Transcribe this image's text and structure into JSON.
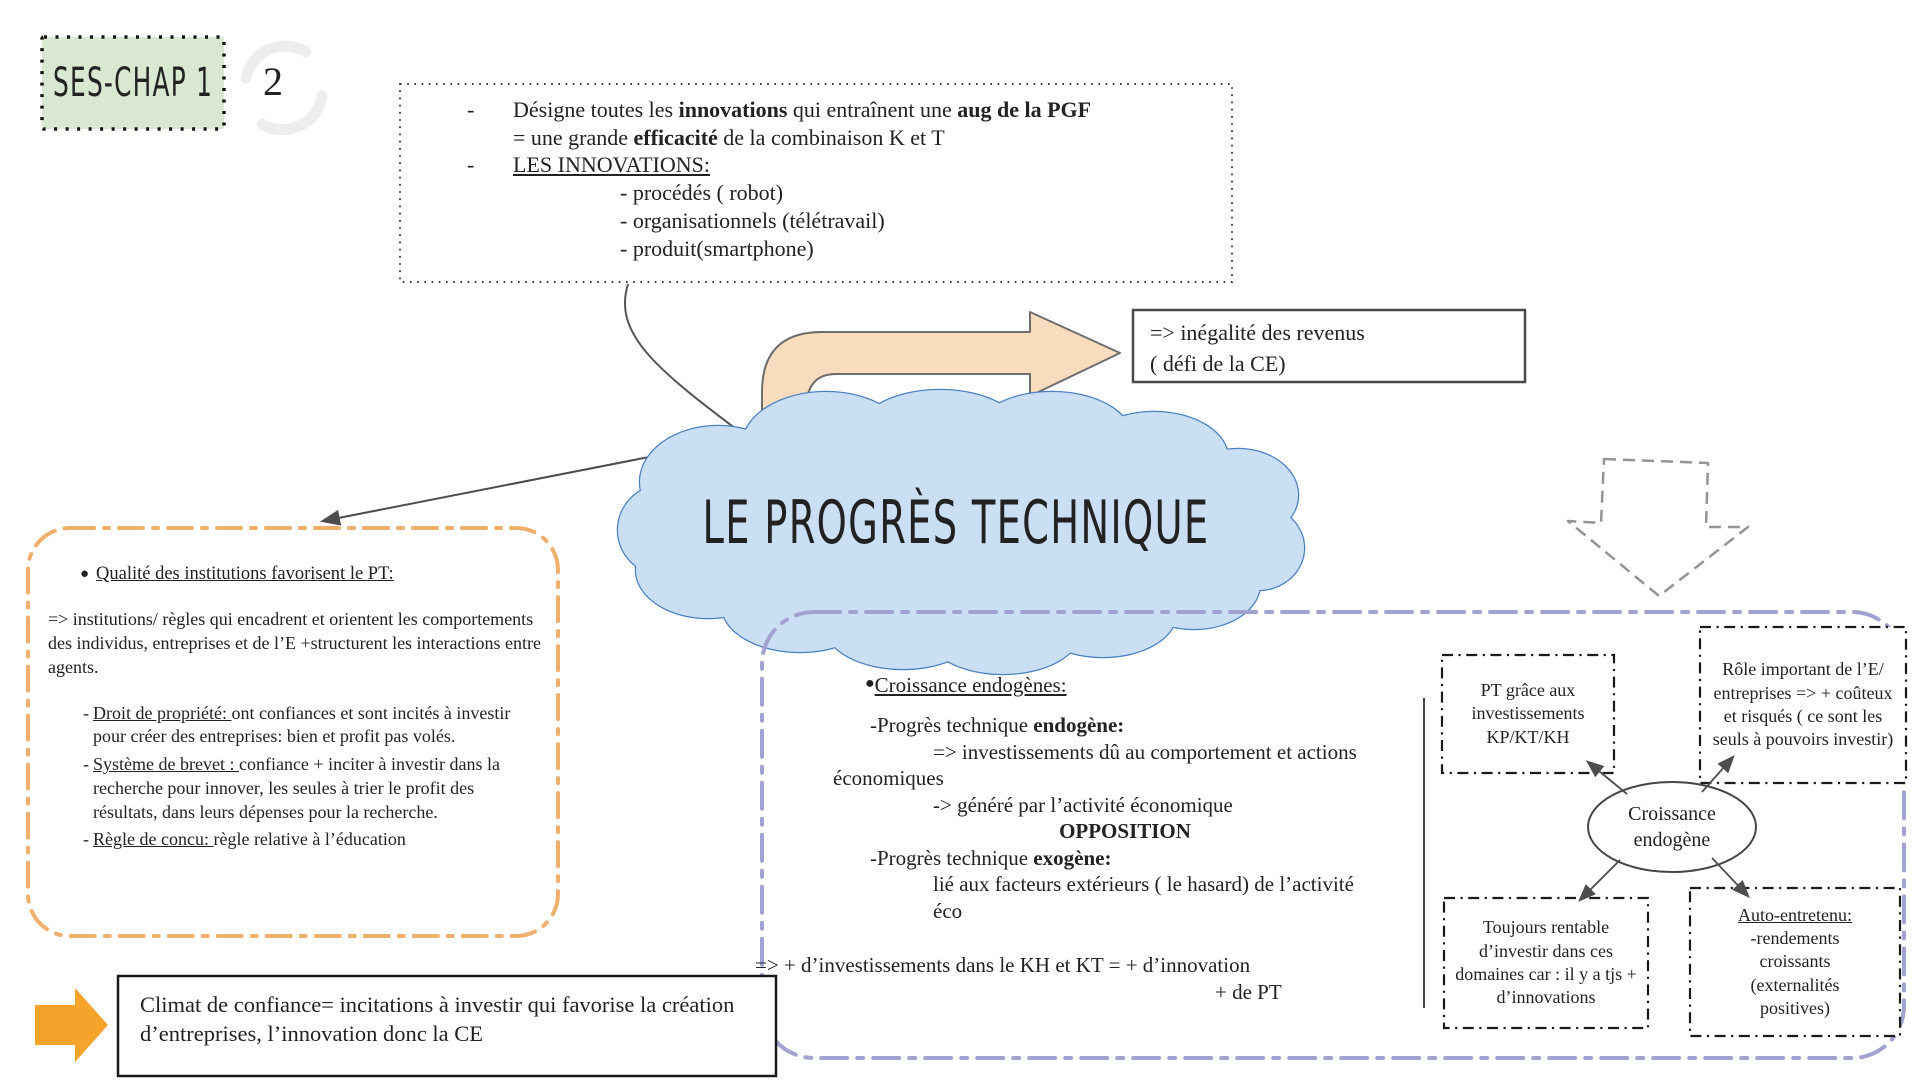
{
  "colors": {
    "green_fill": "#d9e8d1",
    "cloud_fill": "#cbdff4",
    "cloud_stroke": "#4a80c4",
    "peach_fill": "#f8dcbd",
    "peach_stroke": "#6e6e6e",
    "orange_accent": "#efb06e",
    "purple_accent": "#a2a2d2",
    "orange_arrow": "#f5a32a"
  },
  "header": {
    "chapter": "SES-CHAP 1",
    "page": "2"
  },
  "definition_box": {
    "bullet1": {
      "dash": "-",
      "l1_pre": "Désigne toutes les ",
      "l1_b1": "innovations",
      "l1_mid": " qui entraînent une ",
      "l1_b2": "aug de la PGF",
      "l2_pre": "= une grande ",
      "l2_b1": "efficacité",
      "l2_post": " de la combinaison K et T"
    },
    "bullet2": {
      "dash": "-",
      "title": "LES INNOVATIONS:"
    },
    "subitems": [
      "- procédés ( robot)",
      "- organisationnels (télétravail)",
      "- produit(smartphone)"
    ]
  },
  "inequality_box": {
    "line1": "=> inégalité des revenus",
    "line2": "( défi de la CE)"
  },
  "cloud": {
    "title": "LE PROGRÈS TECHNIQUE"
  },
  "institutions_box": {
    "bullet": "●",
    "title": "Qualité des institutions favorisent le PT:",
    "intro": "=> institutions/ règles qui encadrent et orientent les comportements des individus, entreprises et de l’E +structurent les interactions entre agents.",
    "items": [
      {
        "dash": "-",
        "lead": "Droit de propriété: ",
        "rest": "ont confiances et sont incités à investir pour créer des entreprises: bien et profit pas volés."
      },
      {
        "dash": "-",
        "lead": "Système de brevet : ",
        "rest": "confiance + inciter à investir dans la recherche pour innover, les seules à trier le profit des résultats, dans leurs dépenses pour la recherche."
      },
      {
        "dash": "-",
        "lead": "Règle de concu: ",
        "rest": "règle relative à l’éducation"
      }
    ]
  },
  "confidence_box": {
    "text": "Climat de confiance= incitations à investir qui favorise la création d’entreprises, l’innovation donc la CE"
  },
  "endogenous_section": {
    "bullet": "●",
    "title": "Croissance endogènes:",
    "endo_dash": "-",
    "endo_pre": "Progrès technique ",
    "endo_bold": "endogène:",
    "endo_line2": "=> investissements dû au comportement et actions",
    "endo_line3": "économiques",
    "endo_line4": "-> généré par l’activité économique",
    "opposition": "OPPOSITION",
    "exo_dash": "-",
    "exo_pre": "Progrès technique ",
    "exo_bold": "exogène:",
    "exo_line2": "lié aux facteurs extérieurs ( le hasard) de l’activité",
    "exo_line3": "éco",
    "conclusion_line1": "=> + d’investissements dans le KH et KT = + d’innovation",
    "conclusion_line2": "+ de PT"
  },
  "endogenous_cluster": {
    "investments_box": "PT grâce aux investissements KP/KT/KH",
    "role_box": "Rôle important de l’E/ entreprises => + coûteux et risqués ( ce sont les seuls à pouvoirs investir)",
    "ellipse_line1": "Croissance",
    "ellipse_line2": "endogène",
    "profitable_box": "Toujours rentable d’investir dans ces domaines car : il y a tjs + d’innovations",
    "self_sustained_lead": "Auto-entretenu:",
    "self_sustained_rest": "-rendements croissants (externalités positives)"
  }
}
